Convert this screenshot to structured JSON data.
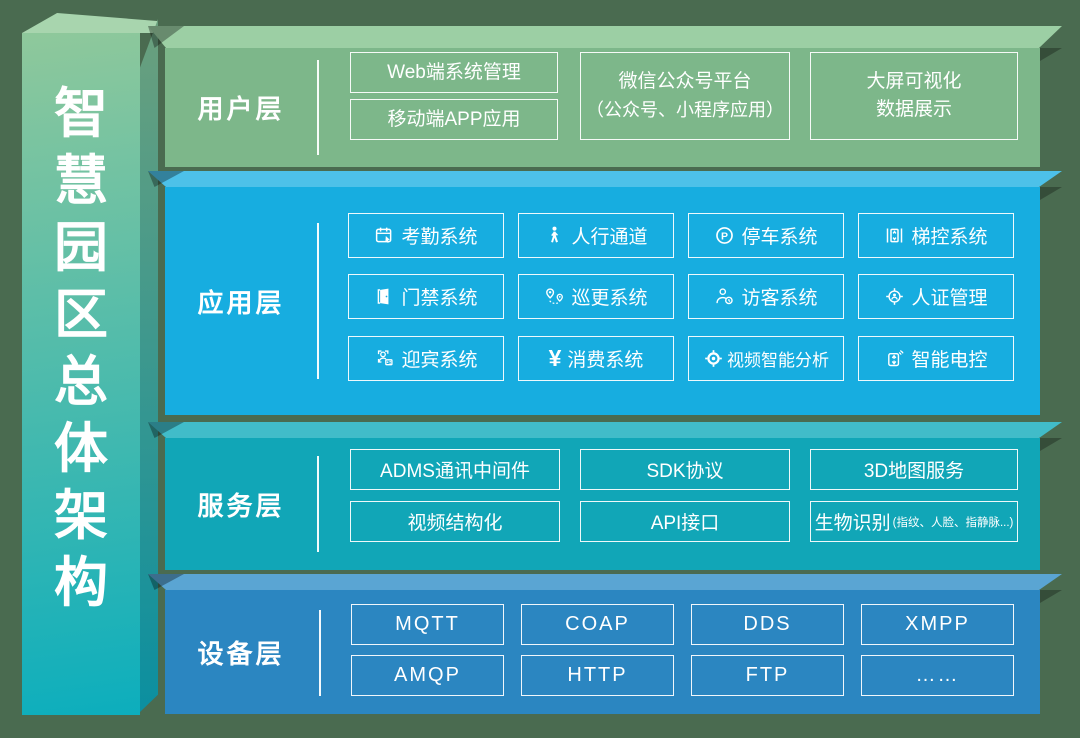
{
  "banner": {
    "title": "智慧园区总体架构",
    "chars": [
      "智",
      "慧",
      "园",
      "区",
      "总",
      "体",
      "架",
      "构"
    ]
  },
  "layers": {
    "user": {
      "label": "用户层",
      "items": [
        {
          "label": "Web端系统管理"
        },
        {
          "label": "移动端APP应用"
        },
        {
          "label": "微信公众号平台",
          "sublabel": "（公众号、小程序应用）"
        },
        {
          "label": "大屏可视化",
          "sublabel": "数据展示"
        }
      ]
    },
    "app": {
      "label": "应用层",
      "items": [
        {
          "icon": "attendance-calendar-icon",
          "label": "考勤系统"
        },
        {
          "icon": "pedestrian-icon",
          "label": "人行通道"
        },
        {
          "icon": "parking-icon",
          "label": "停车系统"
        },
        {
          "icon": "elevator-icon",
          "label": "梯控系统"
        },
        {
          "icon": "door-icon",
          "label": "门禁系统"
        },
        {
          "icon": "patrol-route-icon",
          "label": "巡更系统"
        },
        {
          "icon": "visitor-clock-icon",
          "label": "访客系统"
        },
        {
          "icon": "face-verify-icon",
          "label": "人证管理"
        },
        {
          "icon": "greeter-icon",
          "label": "迎宾系统"
        },
        {
          "icon": "yen-icon",
          "label": "消费系统"
        },
        {
          "icon": "video-target-icon",
          "label": "视频智能分析"
        },
        {
          "icon": "smart-power-icon",
          "label": "智能电控"
        }
      ]
    },
    "service": {
      "label": "服务层",
      "items": [
        {
          "label": "ADMS通讯中间件"
        },
        {
          "label": "SDK协议"
        },
        {
          "label": "3D地图服务"
        },
        {
          "label": "视频结构化"
        },
        {
          "label": "API接口"
        },
        {
          "label": "生物识别",
          "sublabel": "(指纹、人脸、指静脉...)"
        }
      ]
    },
    "device": {
      "label": "设备层",
      "items": [
        {
          "label": "MQTT"
        },
        {
          "label": "COAP"
        },
        {
          "label": "DDS"
        },
        {
          "label": "XMPP"
        },
        {
          "label": "AMQP"
        },
        {
          "label": "HTTP"
        },
        {
          "label": "FTP"
        },
        {
          "label": "……"
        }
      ]
    }
  },
  "colors": {
    "background": "#4a6b50",
    "text": "#ffffff",
    "user_front": "#7db78a",
    "user_top": "#9ccfa4",
    "app_front": "#17ade0",
    "app_top": "#4dc1e9",
    "service_front": "#11a6b7",
    "service_top": "#41bcc9",
    "device_front": "#2b86c1",
    "device_top": "#5aa5d3",
    "banner_top": "#a8d5ae",
    "banner_grad_start": "#8fc89b",
    "banner_grad_end": "#0caebd",
    "banner_side_start": "#6ba07d",
    "banner_side_end": "#0b8fa0"
  }
}
